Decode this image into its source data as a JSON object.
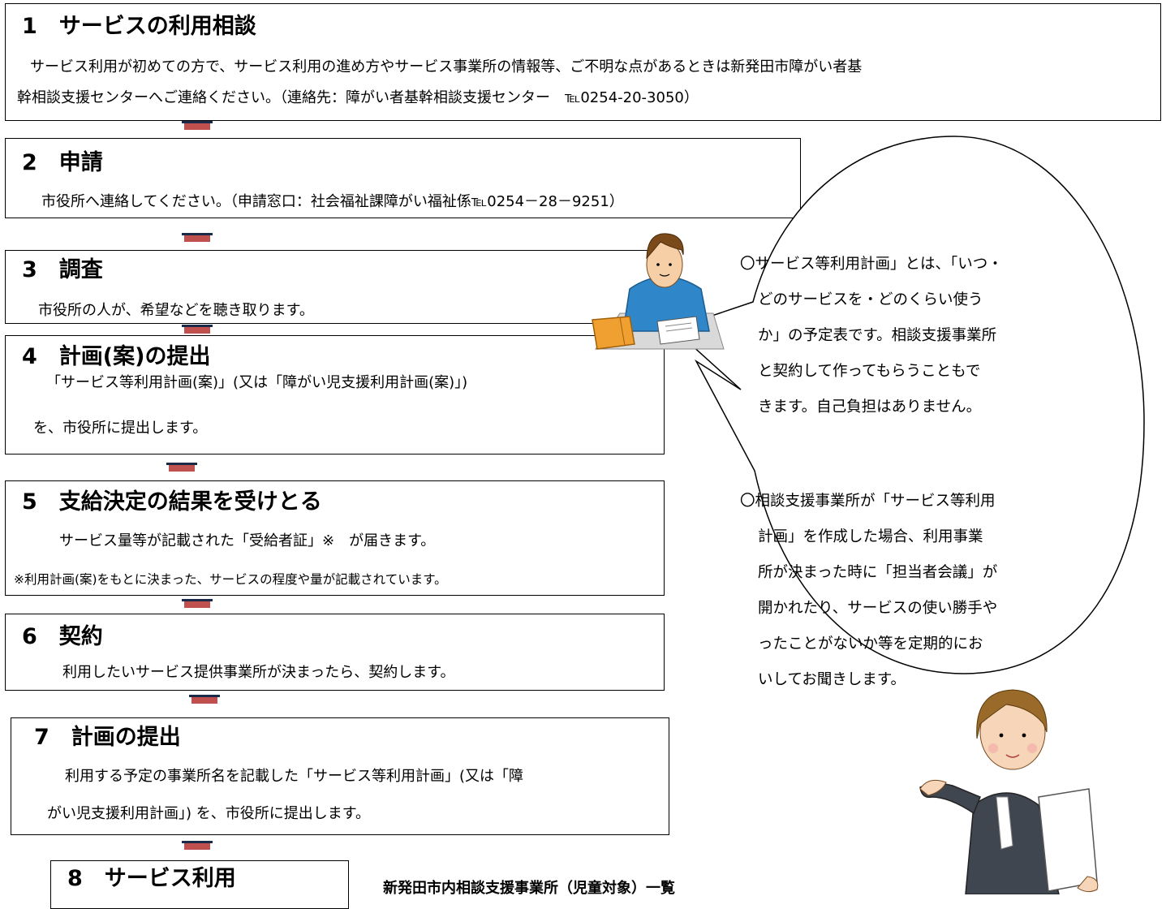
{
  "steps": [
    {
      "title": "1　サービスの利用相談",
      "lines": [
        "サービス利用が初めての方で、サービス利用の進め方やサービス事業所の情報等、ご不明な点があるときは新発田市障がい者基",
        "幹相談支援センターへご連絡ください。（連絡先：障がい者基幹相談支援センター　℡0254-20-3050）"
      ]
    },
    {
      "title": "2　申請",
      "lines": [
        "市役所へ連絡してください。（申請窓口：社会福祉課障がい福祉係℡0254－28－9251）"
      ]
    },
    {
      "title": "3　調査",
      "lines": [
        "市役所の人が、希望などを聴き取ります。"
      ]
    },
    {
      "title": "4　計画(案)の提出",
      "lines": [
        "「サービス等利用計画(案)」(又は「障がい児支援利用計画(案)」)",
        "を、市役所に提出します。"
      ]
    },
    {
      "title": "5　支給決定の結果を受けとる",
      "lines": [
        "サービス量等が記載された「受給者証」※　が届きます。",
        "※利用計画(案)をもとに決まった、サービスの程度や量が記載されています。"
      ]
    },
    {
      "title": "6　契約",
      "lines": [
        "利用したいサービス提供事業所が決まったら、契約します。"
      ]
    },
    {
      "title": "7　計画の提出",
      "lines": [
        "利用する予定の事業所名を記載した「サービス等利用計画」(又は「障",
        "がい児支援利用計画」) を、市役所に提出します。"
      ]
    },
    {
      "title": "8　サービス利用",
      "lines": []
    }
  ],
  "bubble": {
    "lines": [
      "〇サービス等利用計画」とは、「いつ・",
      "どのサービスを・どのくらい使う",
      "か」の予定表です。相談支援事業所",
      "と契約して作ってもらうこともで",
      "きます。自己負担はありません。",
      "",
      "〇相談支援事業所が「サービス等利用",
      "計画」を作成した場合、利用事業",
      "所が決まった時に「担当者会議」が",
      "開かれたり、サービスの使い勝手や",
      "ったことがないか等を定期的にお",
      "いしてお聞きします。"
    ]
  },
  "bottom_heading": "新発田市内相談支援事業所（児童対象）一覧",
  "icons": [
    "man-at-desk-illustration",
    "woman-presenting-illustration",
    "down-arrow-icon"
  ],
  "colors": {
    "arrow_fill": "#c0504d",
    "arrow_top": "#1c2a4a",
    "shirt": "#2f86c8",
    "binder": "#f0a030"
  }
}
